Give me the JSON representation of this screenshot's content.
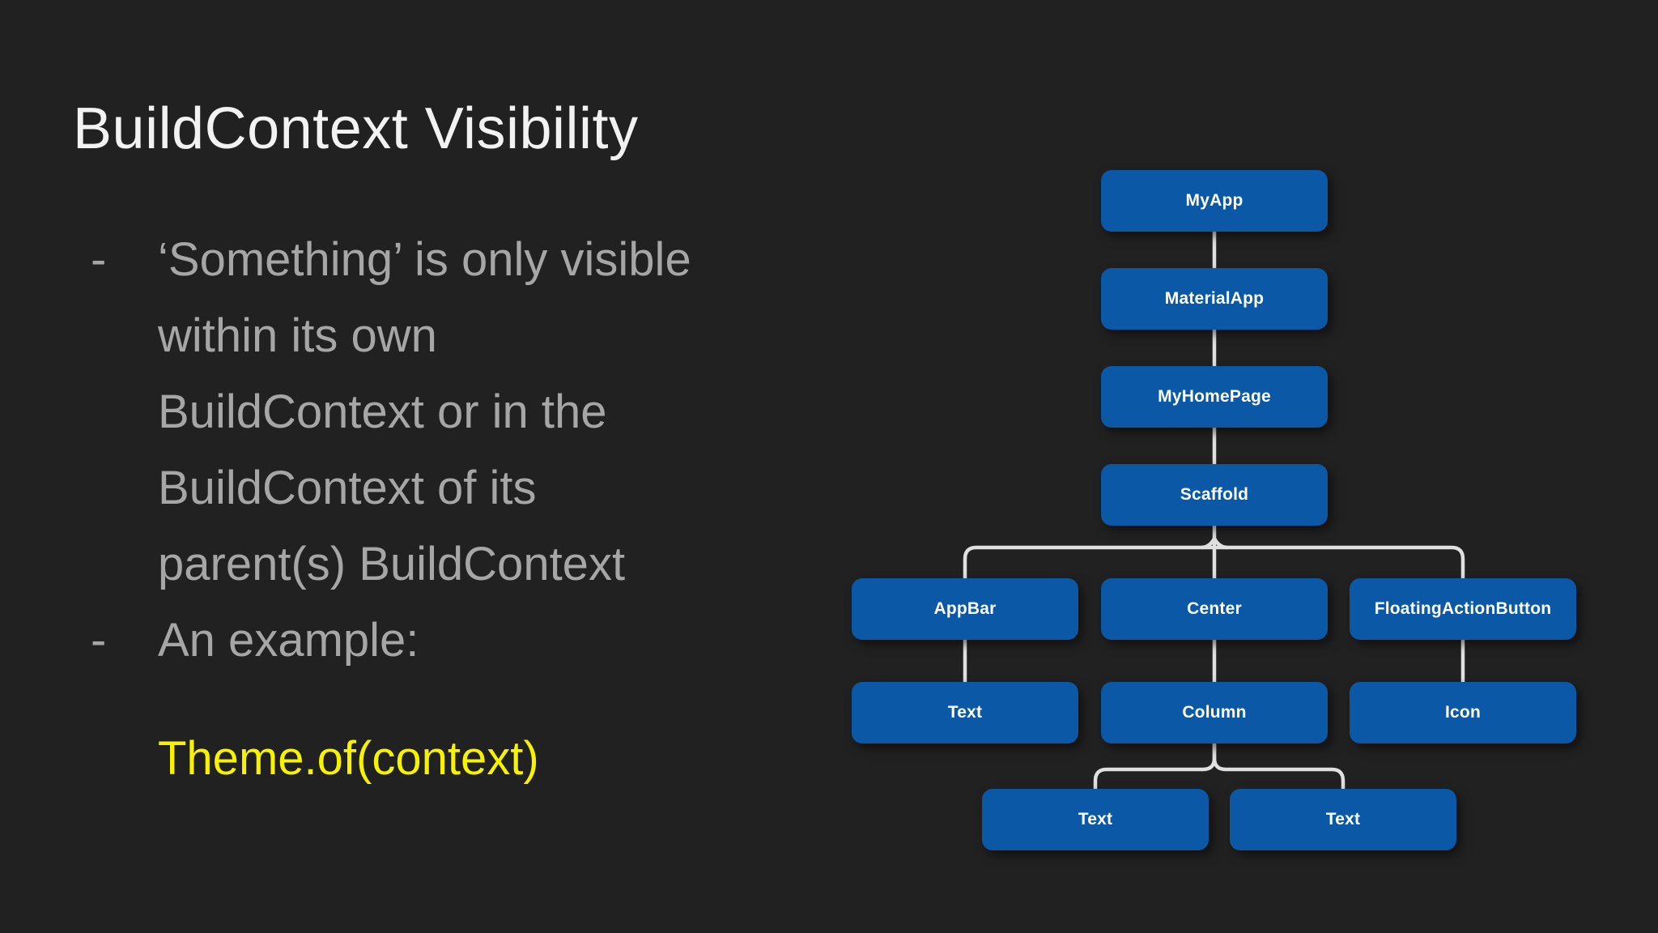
{
  "slide": {
    "title": "BuildContext Visibility",
    "bullets": [
      {
        "marker": "-",
        "lines": [
          "‘Something’ is only visible",
          "within its own",
          "BuildContext or in the",
          "BuildContext of its",
          "parent(s) BuildContext"
        ]
      },
      {
        "marker": "-",
        "lines": [
          "An example:"
        ]
      }
    ],
    "code": "Theme.of(context)"
  },
  "diagram": {
    "type": "widget-tree",
    "nodes": [
      {
        "id": "myapp",
        "label": "MyApp"
      },
      {
        "id": "materialapp",
        "label": "MaterialApp"
      },
      {
        "id": "myhomepage",
        "label": "MyHomePage"
      },
      {
        "id": "scaffold",
        "label": "Scaffold"
      },
      {
        "id": "appbar",
        "label": "AppBar"
      },
      {
        "id": "center",
        "label": "Center"
      },
      {
        "id": "fab",
        "label": "FloatingActionButton"
      },
      {
        "id": "text1",
        "label": "Text"
      },
      {
        "id": "column",
        "label": "Column"
      },
      {
        "id": "icon",
        "label": "Icon"
      },
      {
        "id": "text2",
        "label": "Text"
      },
      {
        "id": "text3",
        "label": "Text"
      }
    ],
    "edges": [
      {
        "from": "MyApp",
        "to": "MaterialApp"
      },
      {
        "from": "MaterialApp",
        "to": "MyHomePage"
      },
      {
        "from": "MyHomePage",
        "to": "Scaffold"
      },
      {
        "from": "Scaffold",
        "to": "AppBar"
      },
      {
        "from": "Scaffold",
        "to": "Center"
      },
      {
        "from": "Scaffold",
        "to": "FloatingActionButton"
      },
      {
        "from": "AppBar",
        "to": "Text"
      },
      {
        "from": "Center",
        "to": "Column"
      },
      {
        "from": "FloatingActionButton",
        "to": "Icon"
      },
      {
        "from": "Column",
        "to": "Text"
      },
      {
        "from": "Column",
        "to": "Text"
      }
    ]
  },
  "colors": {
    "background": "#212121",
    "title_text": "#F2F2F2",
    "body_text": "#A6A6A6",
    "code_text": "#F6F201",
    "node_fill": "#0A58A6",
    "node_text": "#FFFFFF",
    "connector": "#E0E0E0"
  }
}
